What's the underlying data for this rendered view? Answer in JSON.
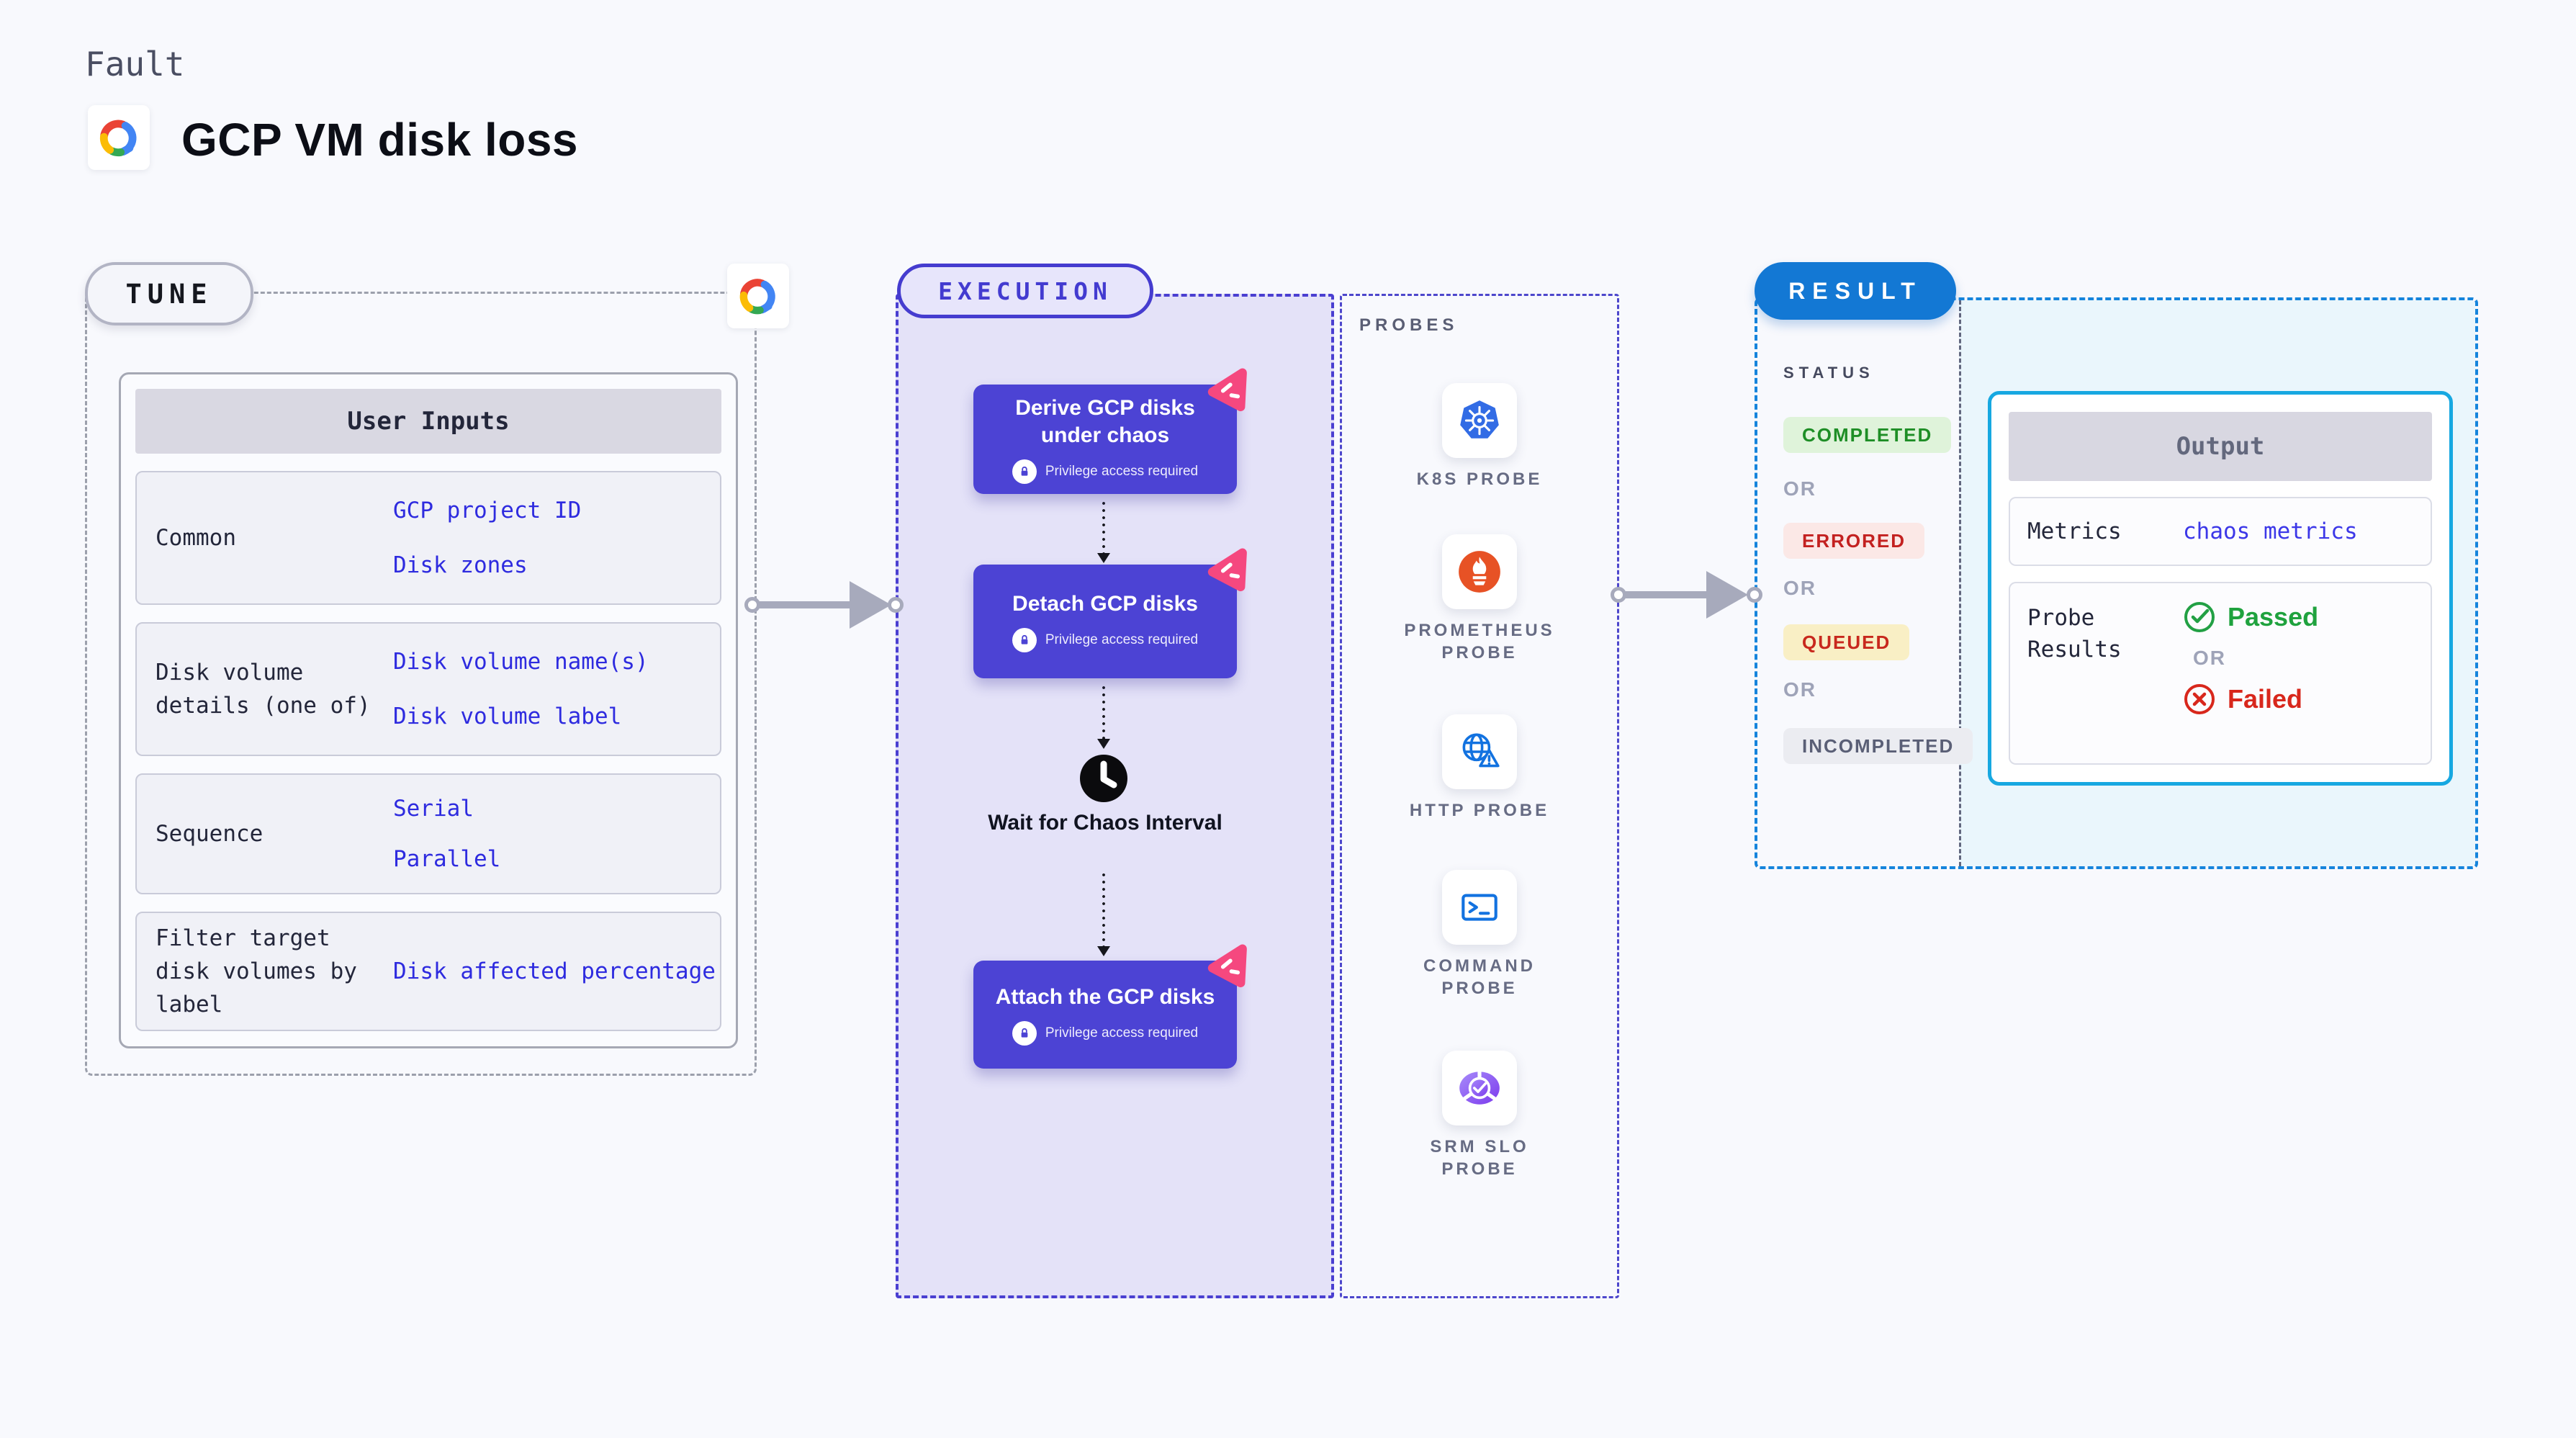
{
  "header": {
    "kicker": "Fault",
    "title": "GCP VM disk loss",
    "logo_icon": "gcp-cloud-logo"
  },
  "tune": {
    "label": "TUNE",
    "corner_icon": "gcp-cloud-logo",
    "table": {
      "header": "User Inputs",
      "rows": [
        {
          "label": "Common",
          "values": [
            "GCP project ID",
            "Disk zones"
          ]
        },
        {
          "label": "Disk volume details (one of)",
          "values": [
            "Disk volume name(s)",
            "Disk volume label"
          ]
        },
        {
          "label": "Sequence",
          "values": [
            "Serial",
            "Parallel"
          ]
        },
        {
          "label": "Filter target disk volumes by label",
          "values": [
            "Disk affected percentage"
          ]
        }
      ]
    }
  },
  "execution": {
    "label": "EXECUTION",
    "privilege_note": "Privilege access required",
    "nodes": [
      {
        "title": "Derive GCP disks under chaos",
        "icon": "chaos-badge-icon"
      },
      {
        "title": "Detach GCP disks",
        "icon": "chaos-badge-icon"
      },
      {
        "title": "Attach the GCP disks",
        "icon": "chaos-badge-icon"
      }
    ],
    "wait_step": {
      "label": "Wait for Chaos Interval",
      "icon": "clock-icon"
    }
  },
  "probes": {
    "label": "PROBES",
    "items": [
      {
        "name": "K8S PROBE",
        "icon": "kubernetes-icon"
      },
      {
        "name": "PROMETHEUS PROBE",
        "icon": "prometheus-icon"
      },
      {
        "name": "HTTP PROBE",
        "icon": "globe-warning-icon"
      },
      {
        "name": "COMMAND PROBE",
        "icon": "terminal-icon"
      },
      {
        "name": "SRM SLO PROBE",
        "icon": "slo-pie-check-icon"
      }
    ]
  },
  "result": {
    "label": "RESULT",
    "status_heading": "STATUS",
    "or_label": "OR",
    "statuses": [
      {
        "label": "COMPLETED",
        "fg": "#1E8E26",
        "bg": "#DFF3DA"
      },
      {
        "label": "ERRORED",
        "fg": "#C32120",
        "bg": "#FBE8E6"
      },
      {
        "label": "QUEUED",
        "fg": "#C8281D",
        "bg": "#F9EFC5"
      },
      {
        "label": "INCOMPLETED",
        "fg": "#5A5F76",
        "bg": "#EBECF1"
      }
    ],
    "output": {
      "header": "Output",
      "metrics_label": "Metrics",
      "metrics_value": "chaos metrics",
      "probe_results_label": "Probe Results",
      "passed_label": "Passed",
      "failed_label": "Failed",
      "passed_icon": "check-circle-icon",
      "failed_icon": "x-circle-icon"
    }
  },
  "colors": {
    "page_bg": "#F8F9FD",
    "execution_fill": "#E4E2F8",
    "execution_border": "#4A3FD1",
    "node_fill": "#4C43D4",
    "chaos_badge_pink": "#F5487F",
    "tune_border": "#9CA0AC",
    "result_border": "#1584DC",
    "result_pill": "#1378D4",
    "output_border": "#17A8E1",
    "output_fill": "#EAF6FC",
    "link_blue": "#2E2BDF",
    "passed_green": "#1FA23E",
    "failed_red": "#D8271C",
    "arrow_grey": "#A7AABC"
  }
}
